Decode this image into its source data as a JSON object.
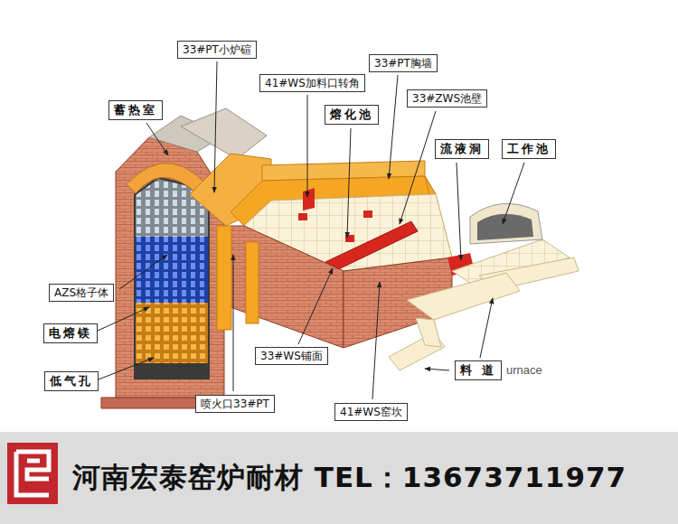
{
  "diagram": {
    "nodes": [
      {
        "text": [
          "33#PT小炉碹"
        ]
      },
      {
        "text": [
          "蓄热室"
        ]
      },
      {
        "text": [
          "41#WS加料口转角"
        ]
      },
      {
        "text": [
          "33#PT胸墙"
        ]
      },
      {
        "text": [
          "熔化池"
        ]
      },
      {
        "text": [
          "33#ZWS池壁"
        ]
      },
      {
        "text": [
          "流液洞"
        ]
      },
      {
        "text": [
          "工作池"
        ]
      },
      {
        "text": [
          "AZS格子体"
        ]
      },
      {
        "text": [
          "电熔镁"
        ]
      },
      {
        "text": [
          "33#WS铺面"
        ]
      },
      {
        "text": [
          "料 道"
        ]
      },
      {
        "text": [
          "低气孔"
        ]
      },
      {
        "text": [
          "喷火口33#PT"
        ]
      },
      {
        "text": [
          "41#WS窑坎"
        ]
      },
      {
        "text": [
          "河南宏泰窑炉耐材 TEL：13673711977"
        ]
      }
    ],
    "labels": [
      "urnace"
    ]
  }
}
